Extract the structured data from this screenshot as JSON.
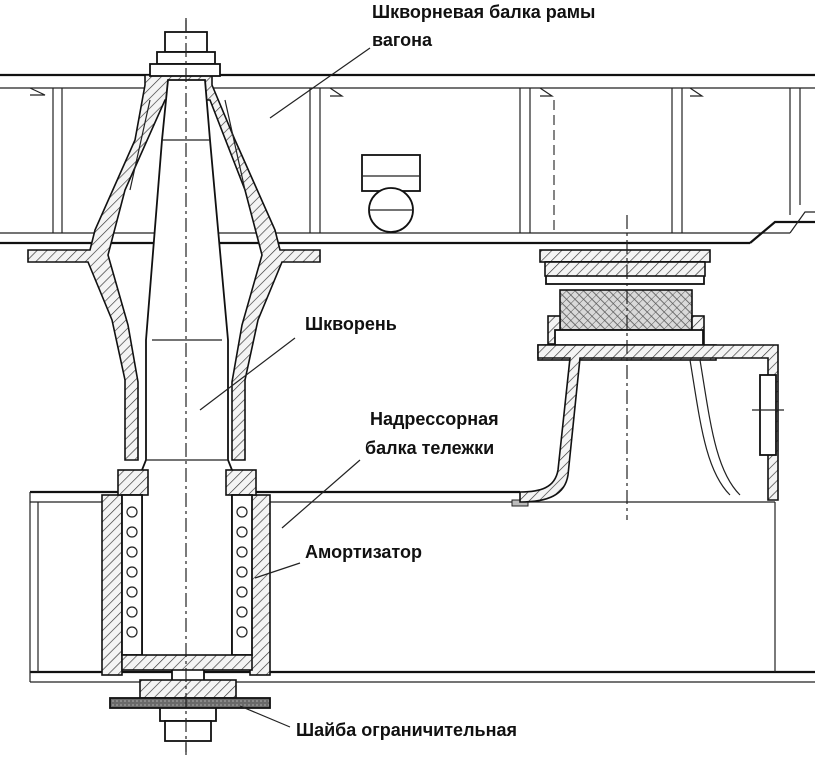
{
  "labels": {
    "bolster_frame_line1": "Шкворневая балка рамы",
    "bolster_frame_line2": "вагона",
    "kingpin": "Шкворень",
    "bolster_bogie_line1": "Надрессорная",
    "bolster_bogie_line2": "балка тележки",
    "shock_absorber": "Амортизатор",
    "washer": "Шайба ограничительная"
  }
}
